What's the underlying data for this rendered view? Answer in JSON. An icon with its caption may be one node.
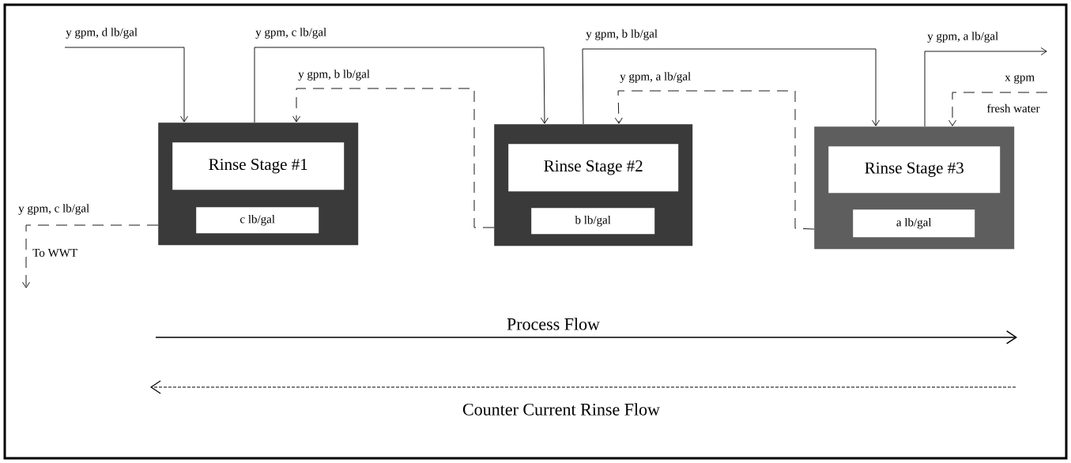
{
  "diagram": {
    "nodes": [
      {
        "text": [],
        "shape": "box"
      },
      {
        "text": [
          "Rinse Stage #1"
        ],
        "in": 0
      },
      {
        "text": [
          "c lb/gal"
        ],
        "in": 0
      },
      {
        "text": [],
        "shape": "box"
      },
      {
        "text": [
          "Rinse Stage #2"
        ],
        "in": 3
      },
      {
        "text": [
          "b lb/gal"
        ],
        "in": 3
      },
      {
        "text": [],
        "shape": "box"
      },
      {
        "text": [
          "Rinse Stage #3"
        ],
        "in": 6
      },
      {
        "text": [
          "a lb/gal"
        ],
        "in": 6
      }
    ],
    "edges": [
      {
        "from": null,
        "to": 0,
        "arrow": "to",
        "label": "y gpm, d lb/gal"
      },
      {
        "from": 0,
        "to": 3,
        "arrow": "to",
        "label": "y gpm, c lb/gal"
      },
      {
        "from": 3,
        "to": 0,
        "arrow": "to",
        "label": "y gpm, b lb/gal",
        "style": "dashed"
      },
      {
        "from": 3,
        "to": 6,
        "arrow": "to",
        "label": "y gpm, b lb/gal"
      },
      {
        "from": 6,
        "to": 3,
        "arrow": "to",
        "label": "y gpm, a lb/gal",
        "style": "dashed"
      },
      {
        "from": 6,
        "to": null,
        "arrow": "to",
        "label": "y gpm, a lb/gal"
      },
      {
        "from": null,
        "to": 6,
        "arrow": "to",
        "label": "x gpm",
        "style": "dashed"
      },
      {
        "from": 0,
        "to": null,
        "arrow": "to",
        "label": "y gpm, c lb/gal",
        "style": "dashed"
      }
    ],
    "labels": [
      "fresh water",
      "To WWT",
      "Process Flow",
      "Counter Current Rinse Flow"
    ]
  }
}
